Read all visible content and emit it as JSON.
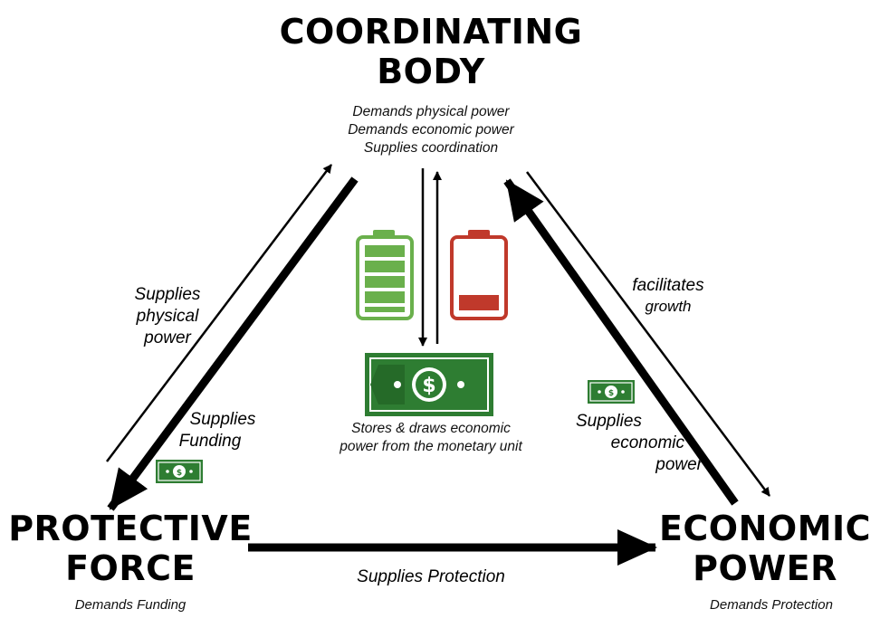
{
  "nodes": {
    "coordinating": {
      "title_line1": "COORDINATING",
      "title_line2": "BODY",
      "notes": [
        "Demands physical power",
        "Demands economic power",
        "Supplies coordination"
      ]
    },
    "protective": {
      "title_line1": "PROTECTIVE",
      "title_line2": "FORCE",
      "note": "Demands Funding"
    },
    "economic": {
      "title_line1": "ECONOMIC",
      "title_line2": "POWER",
      "note": "Demands Protection"
    }
  },
  "edges": {
    "supplies_physical_power": [
      "Supplies",
      "physical",
      "power"
    ],
    "supplies_funding": [
      "Supplies",
      "Funding"
    ],
    "facilitates_growth": [
      "facilitates",
      "growth"
    ],
    "supplies_economic_power": [
      "Supplies",
      "economic",
      "power"
    ],
    "supplies_protection": "Supplies Protection"
  },
  "center": {
    "caption": [
      "Stores & draws economic",
      "power from the monetary unit"
    ]
  },
  "icons": {
    "battery_full": "battery-full-icon",
    "battery_low": "battery-low-icon",
    "banknote": "banknote-icon"
  },
  "colors": {
    "battery_full": "#6ab04c",
    "battery_low": "#c0392b",
    "money": "#2e7d32"
  }
}
